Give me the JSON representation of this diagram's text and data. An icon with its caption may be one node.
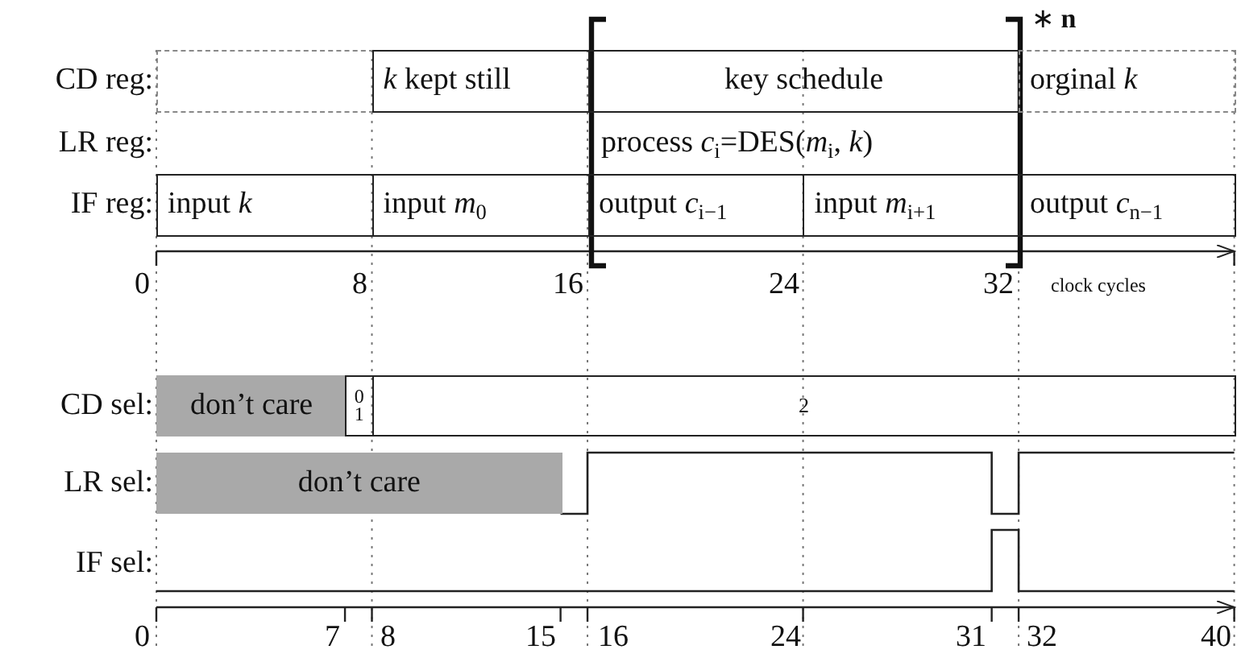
{
  "diagram": {
    "nodes": [
      {
        "text": [],
        "shape": "box"
      },
      {
        "text": [
          "*k* kept still"
        ]
      },
      {
        "text": [
          "key schedule"
        ]
      },
      {
        "text": [
          "orginal *k*"
        ]
      },
      {
        "text": [
          "input *k*"
        ]
      },
      {
        "text": [
          "input *m*$_{0}$"
        ]
      },
      {
        "text": [
          "output *c*$_{i−1}$"
        ]
      },
      {
        "text": [
          "input *m*$_{i+1}$"
        ]
      },
      {
        "text": [
          "output *c*$_{n−1}$"
        ]
      },
      {
        "text": [
          "don’t care"
        ]
      },
      {
        "text": [
          "0",
          "1"
        ]
      },
      {
        "text": [
          "2"
        ]
      },
      {
        "text": [
          "don’t care"
        ]
      }
    ],
    "labels": [
      "∗ **n**",
      "CD reg:",
      "LR reg:",
      "process *c*$_{i}$=DES(*m*$_{i}$, *k*)",
      "IF reg:",
      "0",
      "8",
      "16",
      "24",
      "32",
      "clock cycles",
      "CD sel:",
      "LR sel:",
      "IF sel:",
      "0",
      "7",
      "8",
      "15",
      "16",
      "24",
      "31",
      "32",
      "40"
    ]
  }
}
